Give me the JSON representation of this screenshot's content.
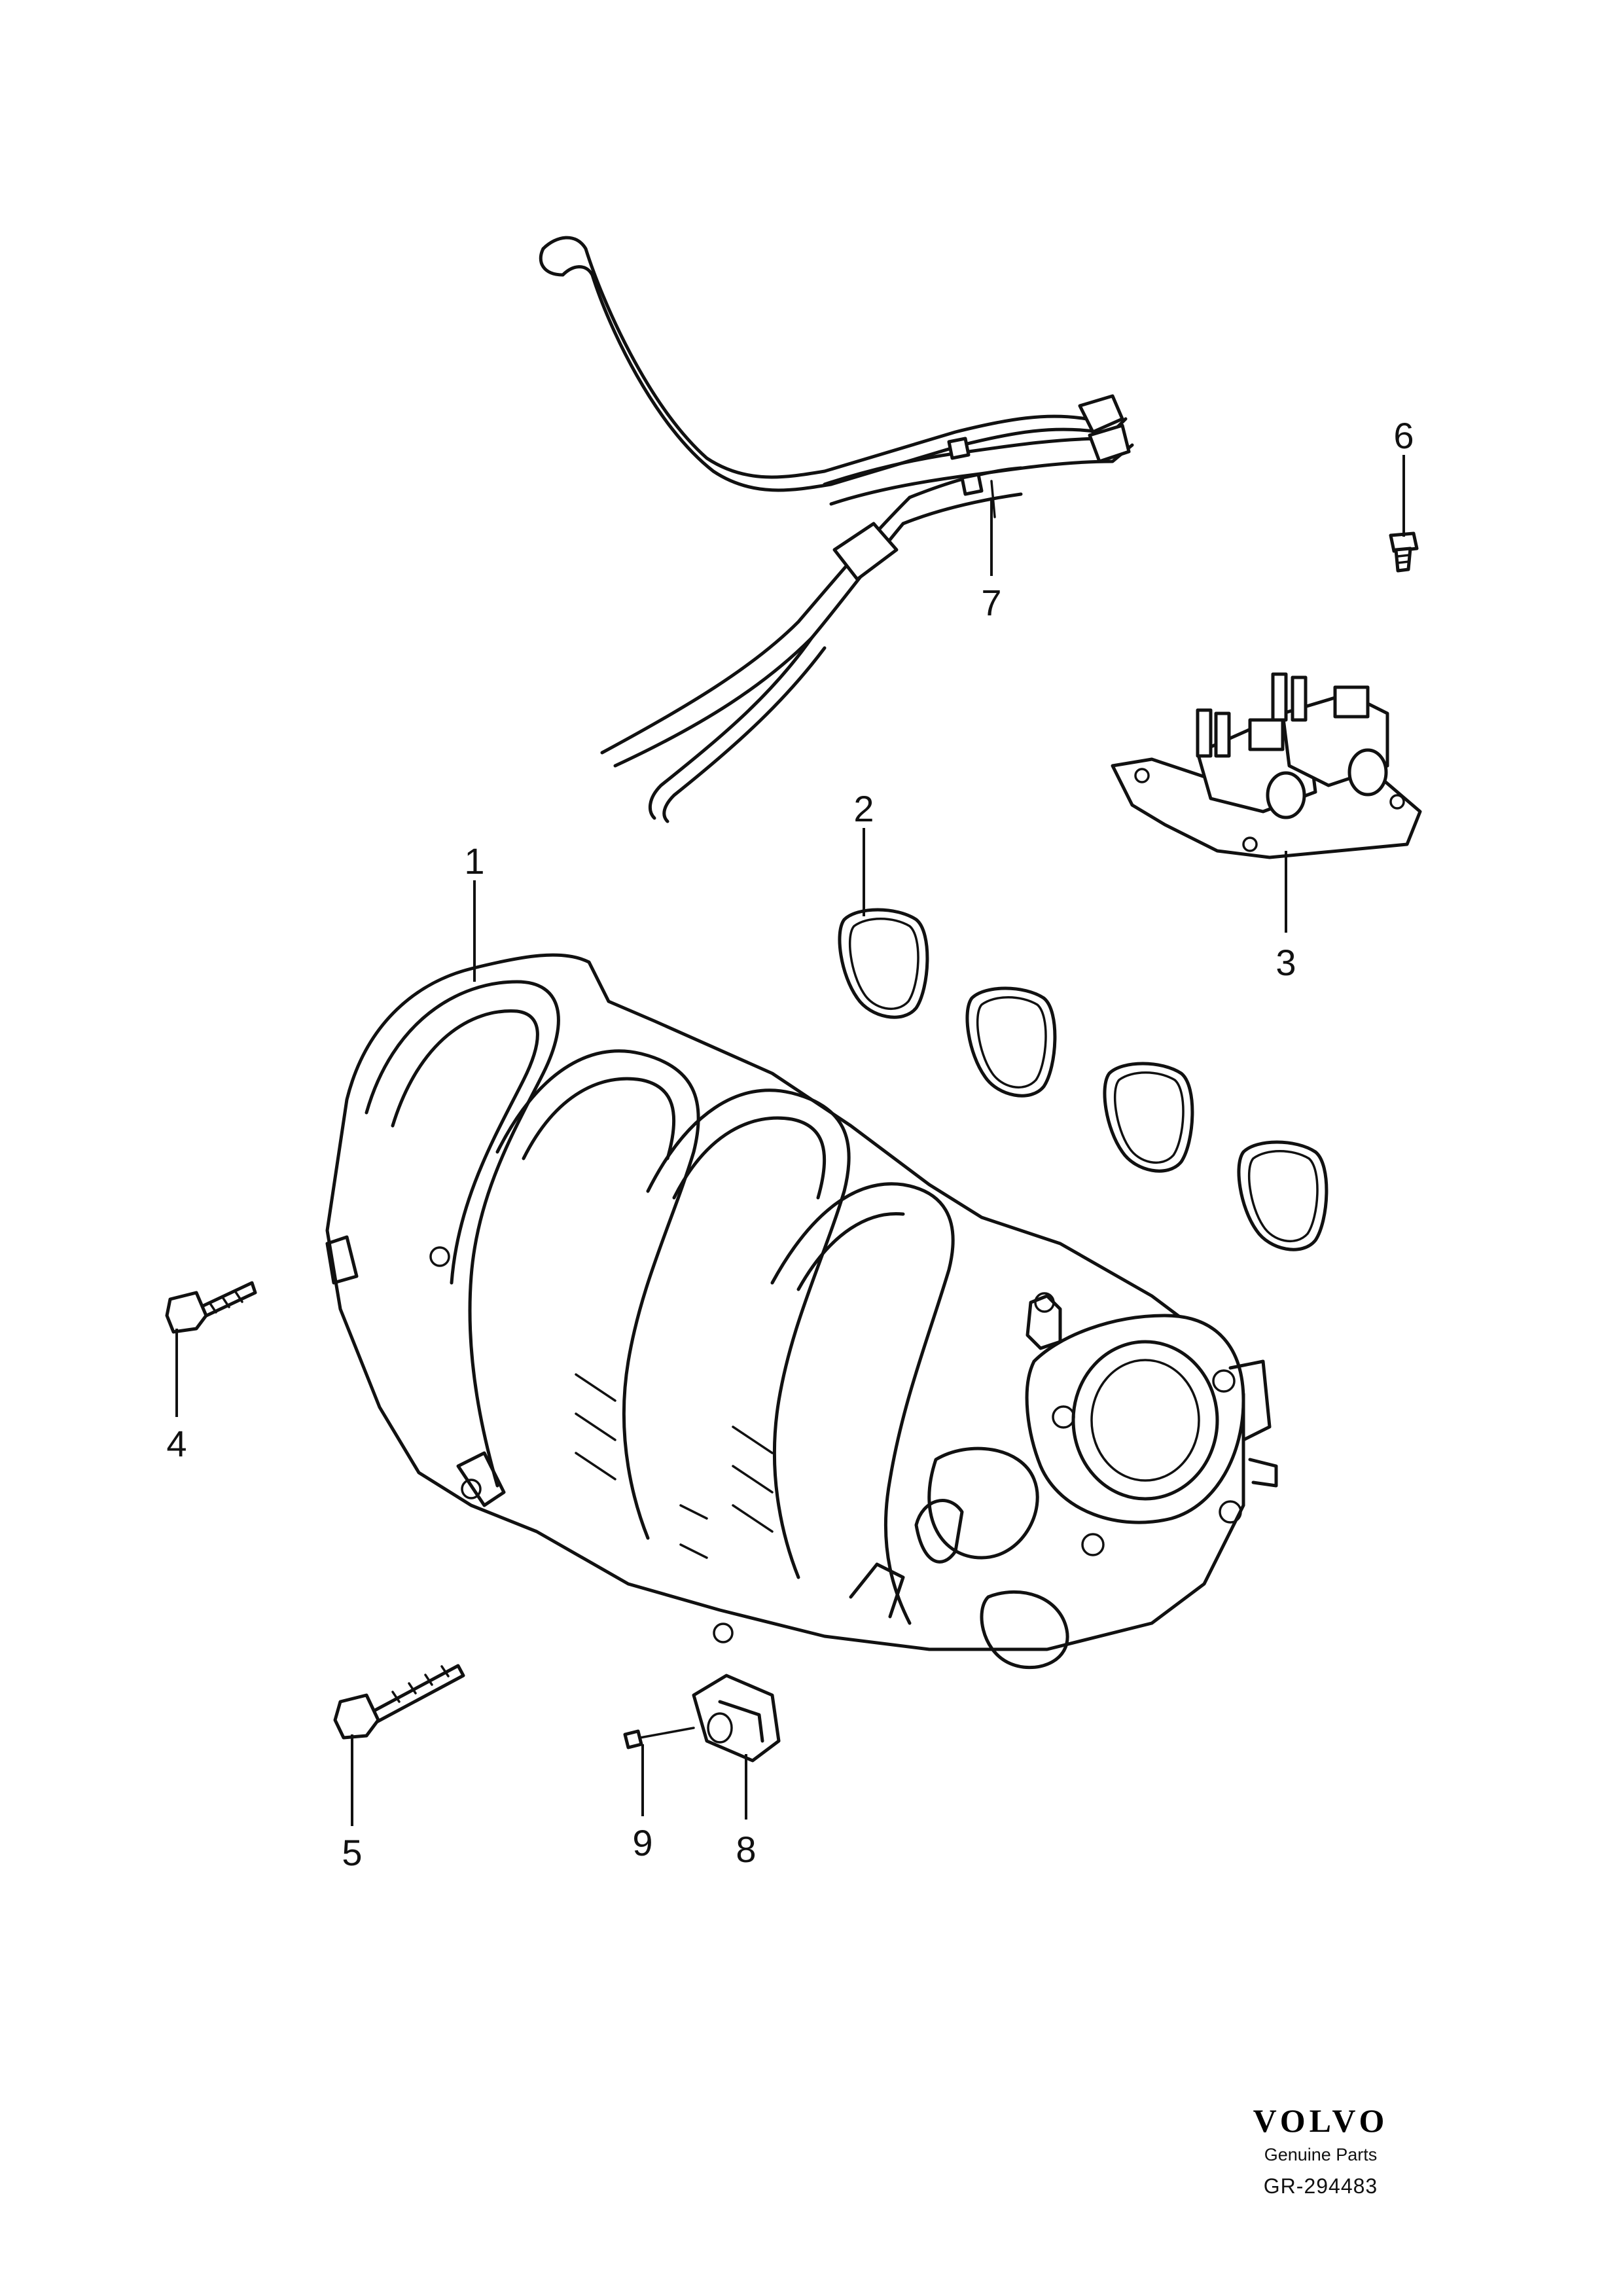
{
  "callouts": [
    "1",
    "2",
    "3",
    "4",
    "5",
    "6",
    "7",
    "8",
    "9"
  ],
  "brand": {
    "logo": "VOLVO",
    "subtitle": "Genuine Parts",
    "reference": "GR-294483"
  }
}
